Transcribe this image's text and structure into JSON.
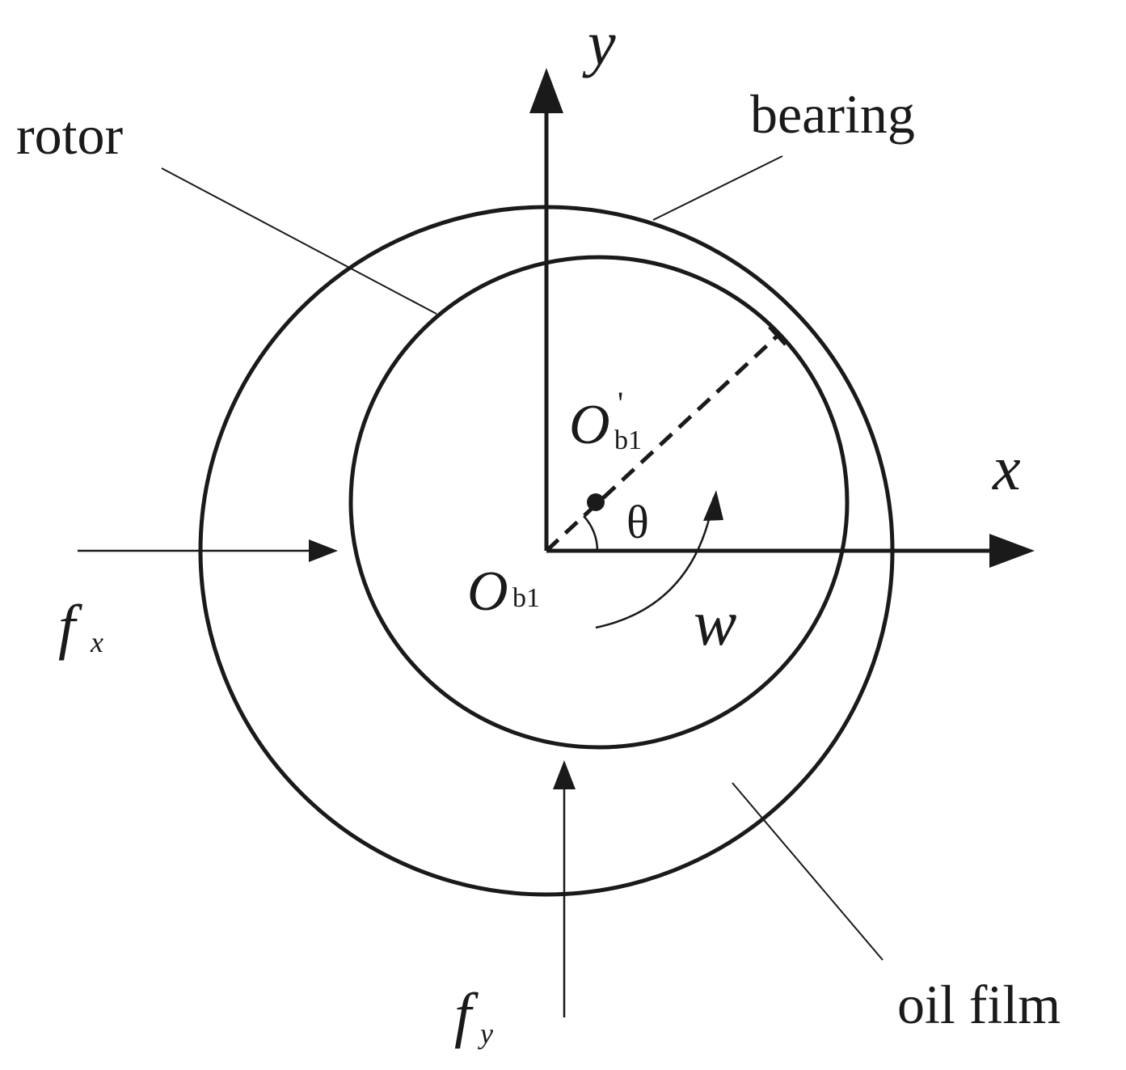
{
  "labels": {
    "rotor": "rotor",
    "bearing": "bearing",
    "oil_film": "oil film",
    "y_axis": "y",
    "x_axis": "x",
    "theta": "θ",
    "omega": "w",
    "center_main": "O",
    "center_main_sub": "b1",
    "center_offset": "O",
    "center_offset_sub": "b1",
    "center_offset_prime": "'",
    "fx_main": "f",
    "fx_sub": "x",
    "fy_main": "f",
    "fy_sub": "y"
  },
  "colors": {
    "stroke": "#1a1a1a"
  }
}
